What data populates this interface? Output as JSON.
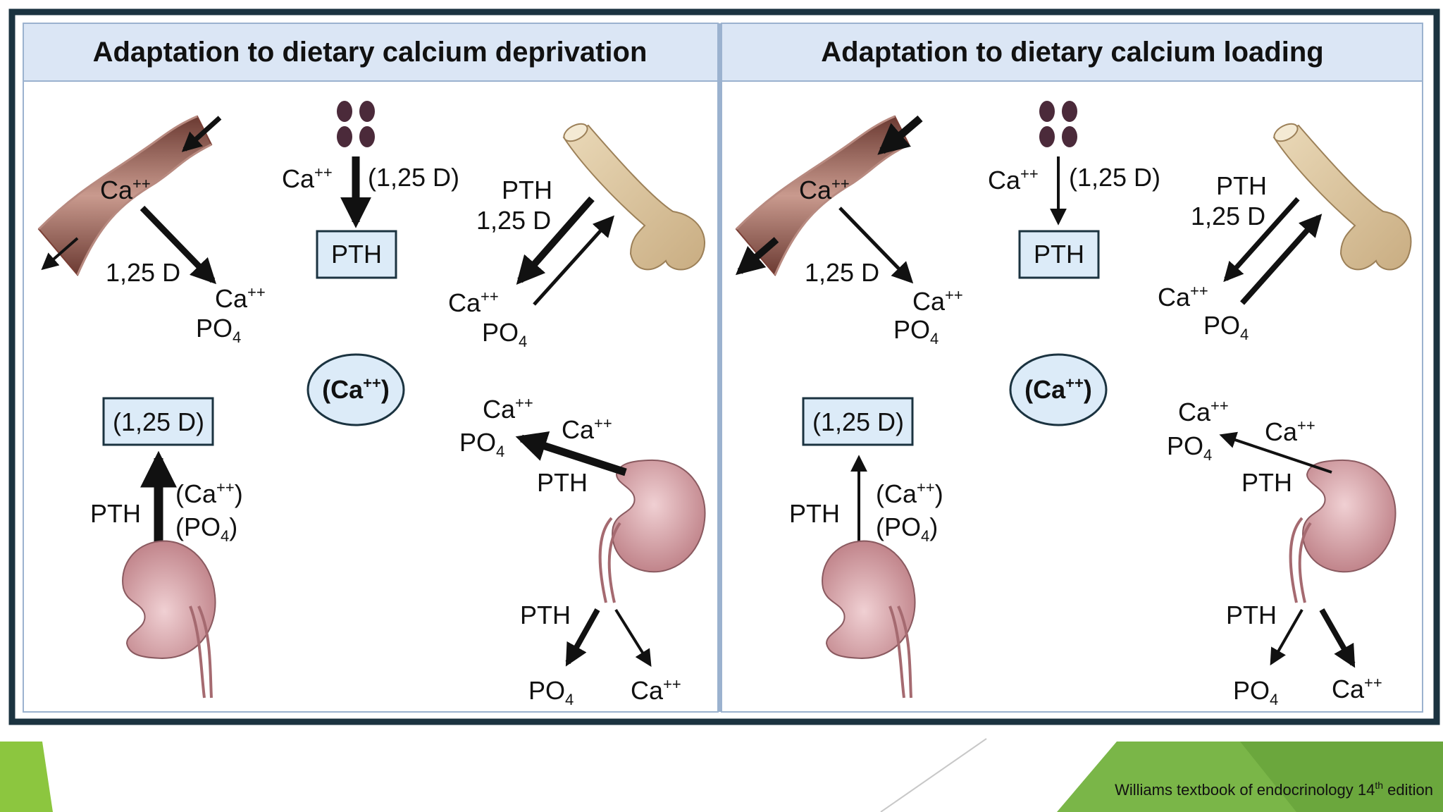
{
  "panels": [
    {
      "title": "Adaptation to dietary calcium deprivation",
      "gut_ion": "Ca",
      "gut_ion_charge": "++",
      "gut_arrow_label": "1,25 D",
      "gut_product_ion": "Ca",
      "gut_product_charge": "++",
      "gut_product_po4": "PO",
      "gut_product_po4_sub": "4",
      "diet_ion": "Ca",
      "diet_ion_charge": "++",
      "diet_hormone": "(1,25 D)",
      "pth_box": "PTH",
      "serum_open": "(Ca",
      "serum_charge": "++",
      "serum_close": ")",
      "bone_label_1": "PTH",
      "bone_label_2": "1,25 D",
      "bone_ion": "Ca",
      "bone_ion_charge": "++",
      "bone_po4": "PO",
      "bone_po4_sub": "4",
      "vitd_box": "(1,25 D)",
      "kidney_pth": "PTH",
      "kidney_ca_open": "(Ca",
      "kidney_ca_charge": "++",
      "kidney_ca_close": ")",
      "kidney_po4_open": "(PO",
      "kidney_po4_sub": "4",
      "kidney_po4_close": ")",
      "tubule_ion": "Ca",
      "tubule_ion_charge": "++",
      "tubule_po4": "PO",
      "tubule_po4_sub": "4",
      "tubule_ca2": "Ca",
      "tubule_ca2_charge": "++",
      "tubule_pth": "PTH",
      "urine_pth": "PTH",
      "urine_po4": "PO",
      "urine_po4_sub": "4",
      "urine_ca": "Ca",
      "urine_ca_charge": "++"
    },
    {
      "title": "Adaptation to dietary calcium loading",
      "gut_ion": "Ca",
      "gut_ion_charge": "++",
      "gut_arrow_label": "1,25 D",
      "gut_product_ion": "Ca",
      "gut_product_charge": "++",
      "gut_product_po4": "PO",
      "gut_product_po4_sub": "4",
      "diet_ion": "Ca",
      "diet_ion_charge": "++",
      "diet_hormone": "(1,25 D)",
      "pth_box": "PTH",
      "serum_open": "(Ca",
      "serum_charge": "++",
      "serum_close": ")",
      "bone_label_1": "PTH",
      "bone_label_2": "1,25 D",
      "bone_ion": "Ca",
      "bone_ion_charge": "++",
      "bone_po4": "PO",
      "bone_po4_sub": "4",
      "vitd_box": "(1,25 D)",
      "kidney_pth": "PTH",
      "kidney_ca_open": "(Ca",
      "kidney_ca_charge": "++",
      "kidney_ca_close": ")",
      "kidney_po4_open": "(PO",
      "kidney_po4_sub": "4",
      "kidney_po4_close": ")",
      "tubule_ion": "Ca",
      "tubule_ion_charge": "++",
      "tubule_po4": "PO",
      "tubule_po4_sub": "4",
      "tubule_ca2": "Ca",
      "tubule_ca2_charge": "++",
      "tubule_pth": "PTH",
      "urine_pth": "PTH",
      "urine_po4": "PO",
      "urine_po4_sub": "4",
      "urine_ca": "Ca",
      "urine_ca_charge": "++"
    }
  ],
  "footer": {
    "citation": "Williams textbook of endocrinology 14",
    "citation_sup": "th",
    "citation_end": " edition"
  },
  "colors": {
    "frame": "#1b3340",
    "header_bg": "#dbe6f5",
    "panel_bg": "#ffffff",
    "box_fill": "#dcebf8",
    "gut_wall": "#8d5a50",
    "bone": "#dcc6a0",
    "kidney": "#d9a7ad",
    "accent_green": "#7ab648"
  }
}
